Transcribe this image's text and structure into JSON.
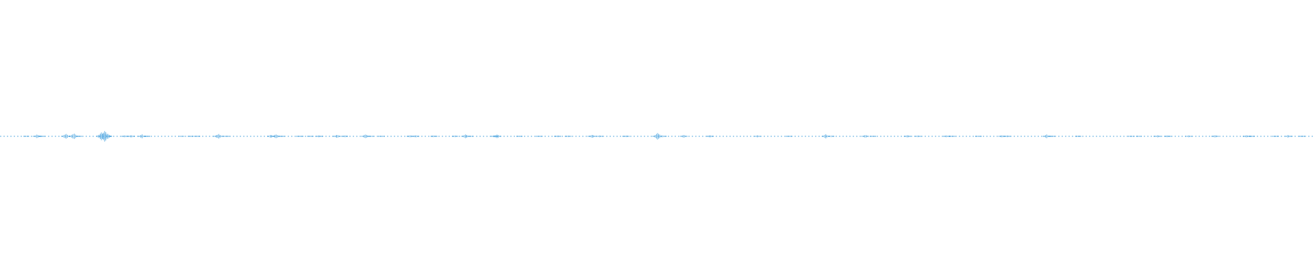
{
  "waveform": {
    "color": "#5DADE2",
    "background": "#ffffff",
    "baseline_level": 0.0,
    "samples": [
      [
        0.0,
        0.0
      ],
      [
        0.02,
        0.02
      ],
      [
        0.028,
        0.11
      ],
      [
        0.032,
        0.03
      ],
      [
        0.05,
        0.16
      ],
      [
        0.056,
        0.18
      ],
      [
        0.06,
        0.04
      ],
      [
        0.078,
        0.29
      ],
      [
        0.08,
        0.34
      ],
      [
        0.082,
        0.08
      ],
      [
        0.095,
        0.07
      ],
      [
        0.1,
        0.09
      ],
      [
        0.108,
        0.12
      ],
      [
        0.112,
        0.03
      ],
      [
        0.138,
        0.02
      ],
      [
        0.145,
        0.03
      ],
      [
        0.15,
        0.04
      ],
      [
        0.166,
        0.17
      ],
      [
        0.172,
        0.05
      ],
      [
        0.206,
        0.1
      ],
      [
        0.21,
        0.13
      ],
      [
        0.214,
        0.04
      ],
      [
        0.228,
        0.08
      ],
      [
        0.236,
        0.05
      ],
      [
        0.243,
        0.07
      ],
      [
        0.256,
        0.11
      ],
      [
        0.262,
        0.07
      ],
      [
        0.278,
        0.12
      ],
      [
        0.282,
        0.05
      ],
      [
        0.29,
        0.06
      ],
      [
        0.312,
        0.08
      ],
      [
        0.316,
        0.09
      ],
      [
        0.33,
        0.07
      ],
      [
        0.346,
        0.05
      ],
      [
        0.354,
        0.12
      ],
      [
        0.357,
        0.06
      ],
      [
        0.376,
        0.1
      ],
      [
        0.378,
        0.12
      ],
      [
        0.395,
        0.04
      ],
      [
        0.41,
        0.06
      ],
      [
        0.424,
        0.07
      ],
      [
        0.432,
        0.06
      ],
      [
        0.45,
        0.12
      ],
      [
        0.456,
        0.05
      ],
      [
        0.476,
        0.07
      ],
      [
        0.5,
        0.19
      ],
      [
        0.504,
        0.1
      ],
      [
        0.52,
        0.09
      ],
      [
        0.54,
        0.07
      ],
      [
        0.576,
        0.06
      ],
      [
        0.6,
        0.05
      ],
      [
        0.628,
        0.13
      ],
      [
        0.632,
        0.05
      ],
      [
        0.658,
        0.09
      ],
      [
        0.664,
        0.04
      ],
      [
        0.69,
        0.08
      ],
      [
        0.698,
        0.06
      ],
      [
        0.72,
        0.08
      ],
      [
        0.724,
        0.05
      ],
      [
        0.744,
        0.06
      ],
      [
        0.762,
        0.07
      ],
      [
        0.766,
        0.05
      ],
      [
        0.796,
        0.11
      ],
      [
        0.8,
        0.04
      ],
      [
        0.82,
        0.03
      ],
      [
        0.86,
        0.02
      ],
      [
        0.866,
        0.02
      ],
      [
        0.88,
        0.09
      ],
      [
        0.888,
        0.07
      ],
      [
        0.904,
        0.06
      ],
      [
        0.924,
        0.08
      ],
      [
        0.948,
        0.11
      ],
      [
        0.952,
        0.04
      ],
      [
        0.97,
        0.05
      ],
      [
        0.98,
        0.1
      ],
      [
        0.99,
        0.04
      ],
      [
        1.0,
        0.0
      ]
    ]
  }
}
